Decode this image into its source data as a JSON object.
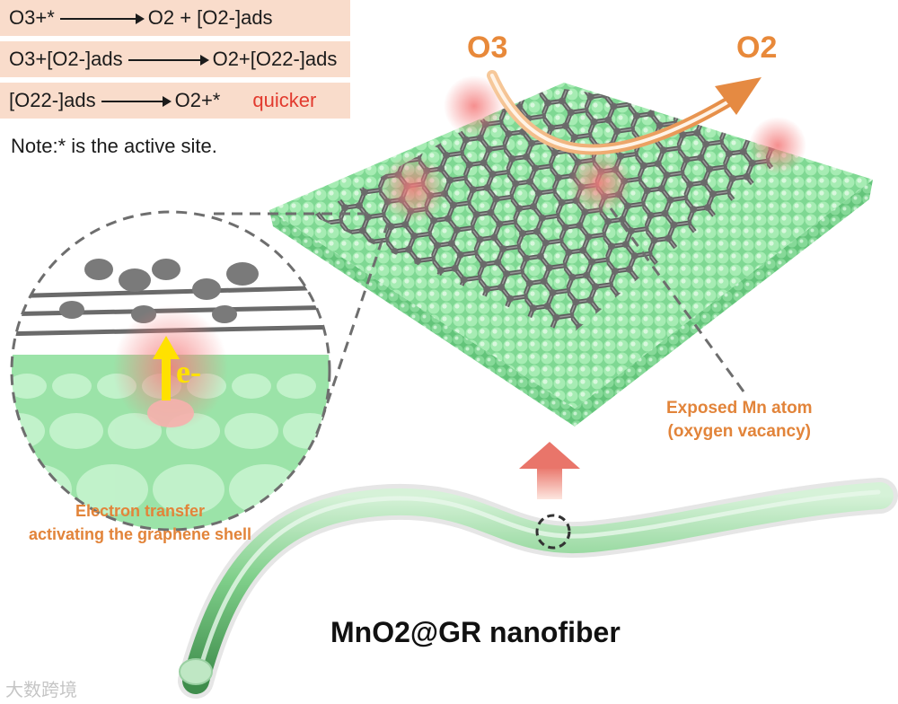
{
  "reactions": [
    {
      "lhs": "O3+*",
      "rhs": "O2 + [O2-]ads",
      "tag": ""
    },
    {
      "lhs": "O3+[O2-]ads",
      "rhs": "O2+[O22-]ads",
      "tag": ""
    },
    {
      "lhs": "[O22-]ads",
      "rhs": "O2+*",
      "tag": "quicker"
    }
  ],
  "note": "Note:* is the active site.",
  "surface_labels": {
    "o3": "O3",
    "o2": "O2"
  },
  "callouts": {
    "exposed_line1": "Exposed Mn atom",
    "exposed_line2": "(oxygen vacancy)",
    "transfer_line1": "Electron transfer",
    "transfer_line2": "activating the graphene shell"
  },
  "electron": "e-",
  "title": "MnO2@GR nanofiber",
  "watermark": "大数跨境",
  "colors": {
    "reaction_bg": "#f9dccb",
    "quicker": "#e23a2e",
    "orange_label": "#e2843a",
    "mno2_green": "#8fe3a0",
    "graphene_gray": "#5f5f5f",
    "active_site": "#f08a8a",
    "electron_arrow": "#ffe100"
  }
}
